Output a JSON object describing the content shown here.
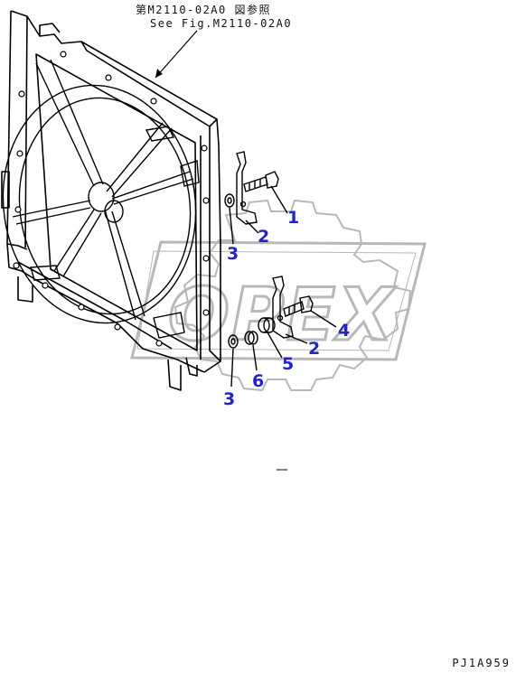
{
  "reference": {
    "jp": "第M2110-02A0 図参照",
    "en": "See Fig.M2110-02A0"
  },
  "watermark": "OPEX",
  "callouts": [
    {
      "id": "c1a",
      "label": "1"
    },
    {
      "id": "c2a",
      "label": "2"
    },
    {
      "id": "c3a",
      "label": "3"
    },
    {
      "id": "c4",
      "label": "4"
    },
    {
      "id": "c2b",
      "label": "2"
    },
    {
      "id": "c5",
      "label": "5"
    },
    {
      "id": "c6",
      "label": "6"
    },
    {
      "id": "c3b",
      "label": "3"
    }
  ],
  "drawing_id": "PJ1A959",
  "colors": {
    "callout": "#2323c8",
    "line": "#000000",
    "watermark": "#b8b8b8"
  }
}
